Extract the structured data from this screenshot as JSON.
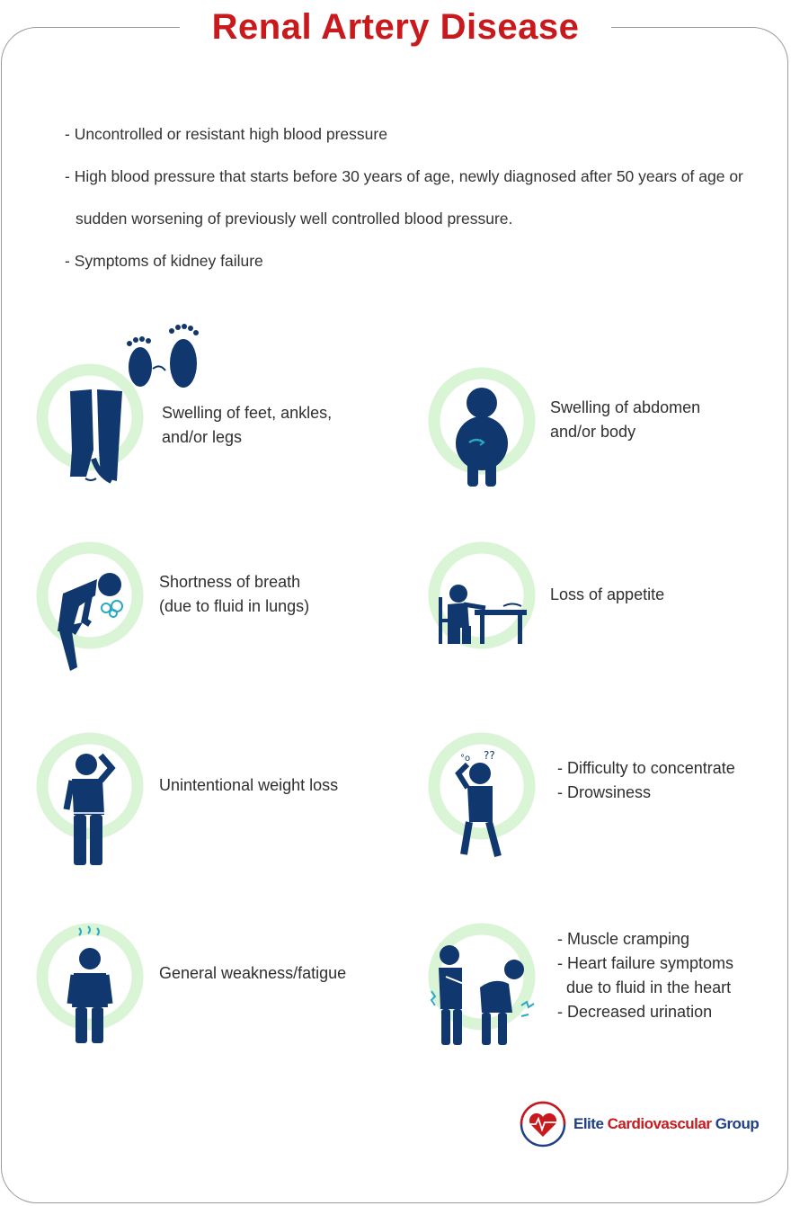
{
  "title": "Renal Artery Disease",
  "bullets": [
    "- Uncontrolled or resistant high blood pressure",
    "- High blood pressure that starts before 30 years of age, newly diagnosed after 50 years of age or",
    "sudden worsening of previously well controlled blood pressure.",
    "- Symptoms of kidney failure"
  ],
  "symptoms": {
    "feet": {
      "lines": [
        "Swelling of feet, ankles,",
        "and/or legs"
      ],
      "icon": "swollen-legs-icon"
    },
    "abdomen": {
      "lines": [
        "Swelling of abdomen",
        "and/or body"
      ],
      "icon": "swollen-body-icon"
    },
    "breath": {
      "lines": [
        "Shortness of breath",
        "(due to fluid in lungs)"
      ],
      "icon": "breathless-person-icon"
    },
    "appetite": {
      "lines": [
        "Loss of appetite"
      ],
      "icon": "person-at-table-icon"
    },
    "weight": {
      "lines": [
        "Unintentional weight loss"
      ],
      "icon": "thin-person-icon"
    },
    "concentrate": {
      "lines": [
        "- Difficulty to concentrate",
        "- Drowsiness"
      ],
      "icon": "confused-person-icon"
    },
    "weakness": {
      "lines": [
        "General weakness/fatigue"
      ],
      "icon": "fatigued-person-icon"
    },
    "cramping": {
      "lines": [
        "- Muscle cramping",
        "- Heart failure symptoms",
        "  due to fluid in the heart",
        "- Decreased urination"
      ],
      "icon": "cramping-people-icon"
    }
  },
  "logo": {
    "word1": "Elite",
    "word2": "Cardiovascular",
    "word3": "Group"
  },
  "colors": {
    "title": "#c8191c",
    "icon": "#10386e",
    "ring": "#d9f5d6",
    "accent": "#29a8c7",
    "brand_blue": "#1f3f86"
  }
}
